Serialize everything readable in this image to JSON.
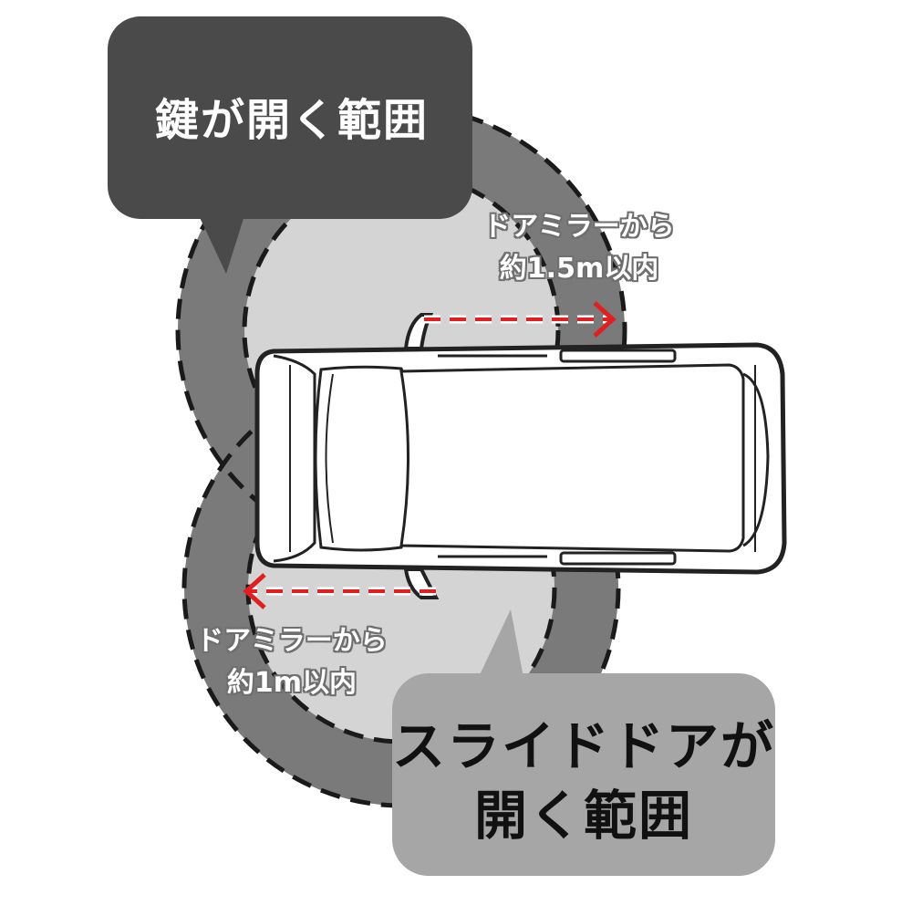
{
  "key_range_callout": {
    "text": "鍵が開く範囲",
    "bg_color": "#4a4a4a",
    "text_color": "#ffffff"
  },
  "slide_door_callout": {
    "line1": "スライドドアが",
    "line2": "開く範囲",
    "bg_color": "#a6a6a6",
    "text_color": "#111111"
  },
  "key_range_note": {
    "line1": "ドアミラーから",
    "line2": "約1.5m以内"
  },
  "slide_door_note": {
    "line1": "ドアミラーから",
    "line2": "約1m以内"
  },
  "colors": {
    "outer_ring": "#7a7a7a",
    "inner_zone": "#d4d4d4",
    "arrow": "#e02020",
    "car_outline": "#222222"
  }
}
